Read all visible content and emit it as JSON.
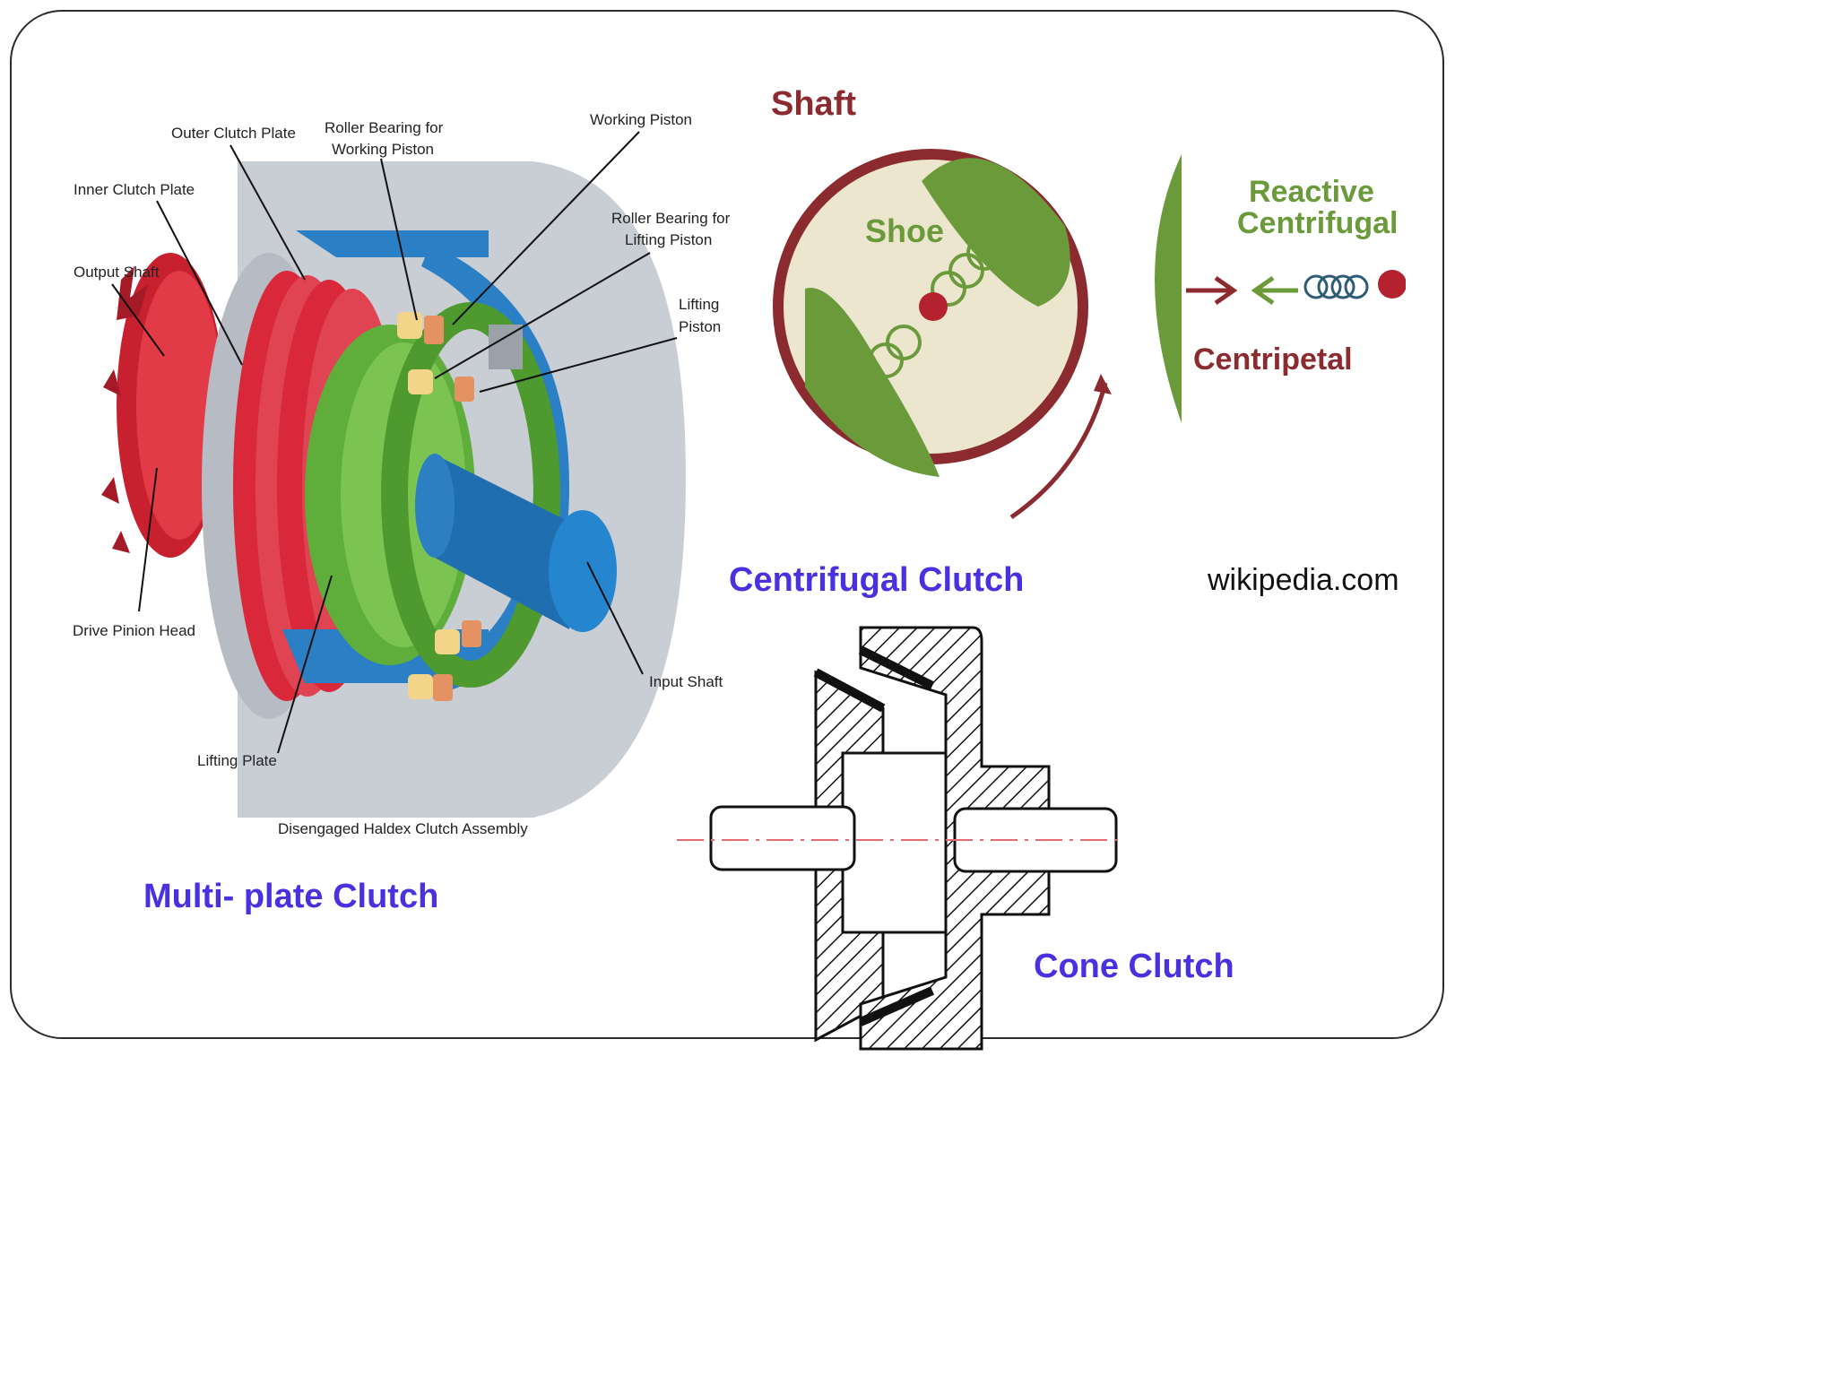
{
  "multiplate": {
    "labels": {
      "outer_clutch_plate": "Outer Clutch Plate",
      "roller_bearing_working_1": "Roller Bearing for",
      "roller_bearing_working_2": "Working Piston",
      "working_piston": "Working Piston",
      "inner_clutch_plate": "Inner Clutch Plate",
      "roller_bearing_lifting_1": "Roller Bearing for",
      "roller_bearing_lifting_2": "Lifting Piston",
      "output_shaft": "Output Shaft",
      "lifting_piston_1": "Lifting",
      "lifting_piston_2": "Piston",
      "drive_pinion_head": "Drive Pinion Head",
      "input_shaft": "Input Shaft",
      "lifting_plate": "Lifting Plate",
      "assembly_caption": "Disengaged Haldex Clutch Assembly"
    },
    "caption": "Multi- plate Clutch",
    "colors": {
      "red": "#d8283a",
      "blue": "#2b7fc4",
      "green": "#5fae3c",
      "gray": "#c7ccd3"
    }
  },
  "centrifugal": {
    "labels": {
      "shaft": "Shaft",
      "shoe": "Shoe",
      "reactive_1": "Reactive",
      "reactive_2": "Centrifugal",
      "centripetal": "Centripetal"
    },
    "caption": "Centrifugal Clutch",
    "colors": {
      "ring": "#8b2a2f",
      "shoe": "#6a9a3a",
      "fill": "#ece6cf",
      "label_green": "#6a9a3a"
    }
  },
  "credit": "wikipedia.com",
  "cone": {
    "caption": "Cone Clutch"
  }
}
